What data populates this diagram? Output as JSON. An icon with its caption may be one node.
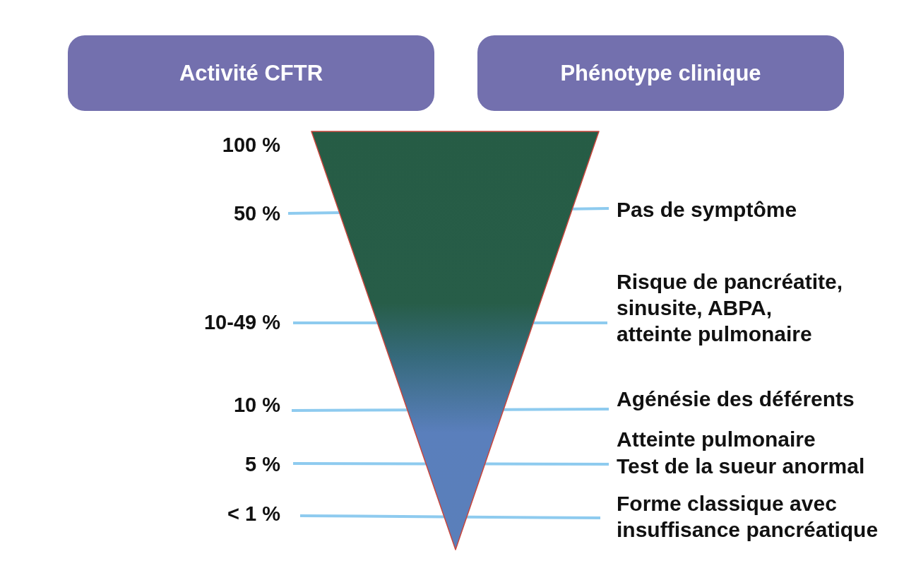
{
  "diagram": {
    "nodes": [
      {
        "text": [
          "Activité CFTR"
        ]
      },
      {
        "text": [
          "Phénotype clinique"
        ]
      }
    ],
    "labels": [
      "100 %",
      "50 %",
      "Pas de symptôme",
      "10-49 %",
      "Risque de pancréatite, sinusite, ABPA, atteinte pulmonaire",
      "10 %",
      "Agénésie des déférents",
      "5 %",
      "Atteinte pulmonaire",
      "Test de la sueur anormal",
      "< 1 %",
      "Forme classique avec insuffisance pancréatique"
    ]
  }
}
